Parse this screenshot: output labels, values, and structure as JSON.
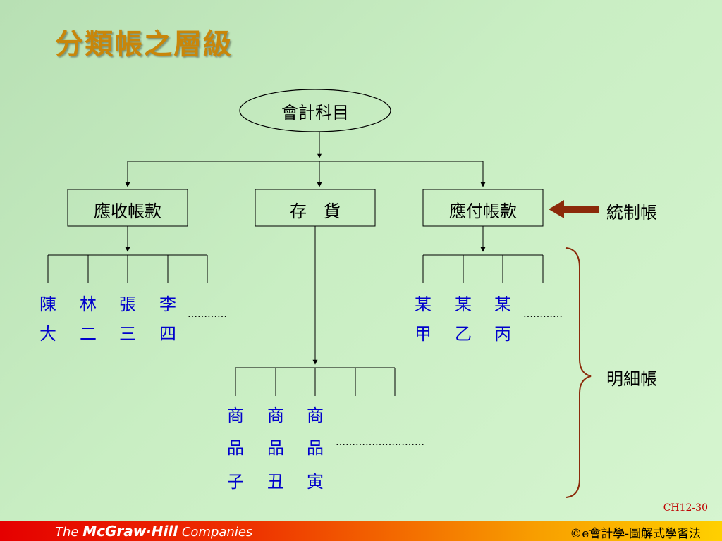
{
  "title": "分類帳之層級",
  "root": "會計科目",
  "level1": {
    "receivable": "應收帳款",
    "inventory": "存　貨",
    "payable": "應付帳款"
  },
  "control_label": "統制帳",
  "detail_label": "明細帳",
  "receivable_children": [
    {
      "top": "陳",
      "bottom": "大"
    },
    {
      "top": "林",
      "bottom": "二"
    },
    {
      "top": "張",
      "bottom": "三"
    },
    {
      "top": "李",
      "bottom": "四"
    }
  ],
  "payable_children": [
    {
      "top": "某",
      "bottom": "甲"
    },
    {
      "top": "某",
      "bottom": "乙"
    },
    {
      "top": "某",
      "bottom": "丙"
    }
  ],
  "inventory_children": [
    {
      "l1": "商",
      "l2": "品",
      "l3": "子"
    },
    {
      "l1": "商",
      "l2": "品",
      "l3": "丑"
    },
    {
      "l1": "商",
      "l2": "品",
      "l3": "寅"
    }
  ],
  "dots": {
    "receivable": "…………",
    "payable": "…………",
    "inventory": "………………………"
  },
  "slide_number": "CH12-30",
  "footer": {
    "brand_prefix": "The ",
    "brand_name": "McGraw·Hill",
    "brand_suffix": " Companies",
    "right_text": "©e會計學-圖解式學習法"
  },
  "colors": {
    "title": "#c8860a",
    "child_text": "#0000cc",
    "arrow": "#8b2a0a",
    "brace": "#8b2a0a"
  }
}
